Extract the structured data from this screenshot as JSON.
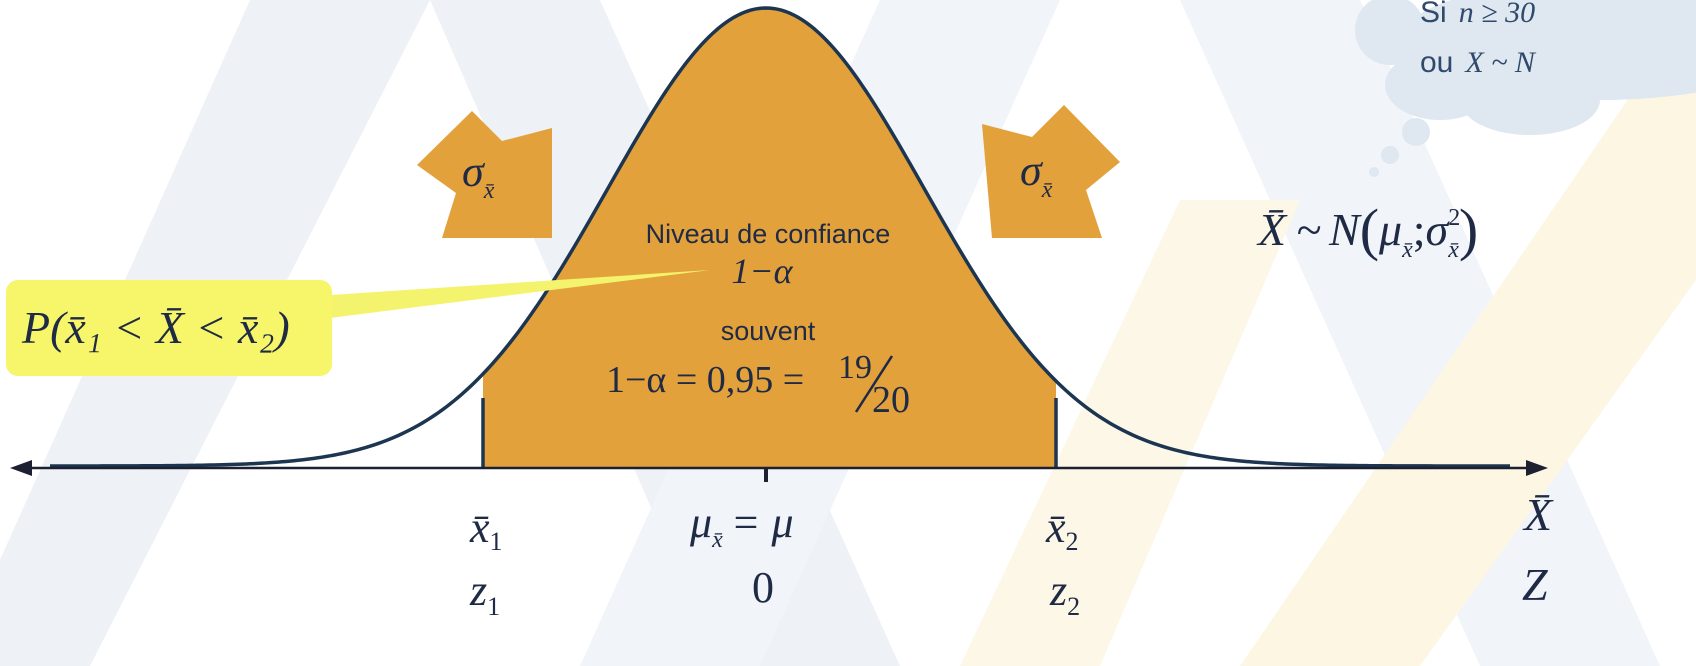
{
  "colors": {
    "curve_fill": "#e3a13c",
    "curve_stroke": "#1c3550",
    "callout_fill": "#f7f56a",
    "callout_tail": "#f4f36d",
    "cloud_fill": "#dfe7f0",
    "watermark_blue": "#eef2f7",
    "watermark_yellow": "#fdf6e3",
    "text": "#1f2a44"
  },
  "arrows": {
    "left_label": "σ",
    "left_sub": "x̄",
    "right_label": "σ",
    "right_sub": "x̄"
  },
  "center": {
    "confidence_label": "Niveau de confiance",
    "confidence_expr": "1−α",
    "souvent_label": "souvent",
    "souvent_expr": "1−α = 0,95 =",
    "frac_num": "19",
    "frac_den": "20"
  },
  "callout": {
    "prob_expr": "P(x̄₁ < X̄ < x̄₂)"
  },
  "distribution": {
    "X": "X̄",
    "tilde": "~",
    "N": "N",
    "mu": "μ",
    "sub": "x̄",
    "semi": ";",
    "sigma": "σ",
    "sup": "2"
  },
  "cloud": {
    "line1_word": "Si",
    "line1_math": "n ≥ 30",
    "line2_word": "ou",
    "line2_math": "X ~ N"
  },
  "axis": {
    "x1_label": "x̄",
    "x1_sub": "1",
    "mu_label": "μ",
    "mu_sub": "x̄",
    "mu_eq": "= μ",
    "x2_label": "x̄",
    "x2_sub": "2",
    "z1_label": "z",
    "z1_sub": "1",
    "zero_label": "0",
    "z2_label": "z",
    "z2_sub": "2",
    "x_axis_name": "X̄",
    "z_axis_name": "Z"
  }
}
